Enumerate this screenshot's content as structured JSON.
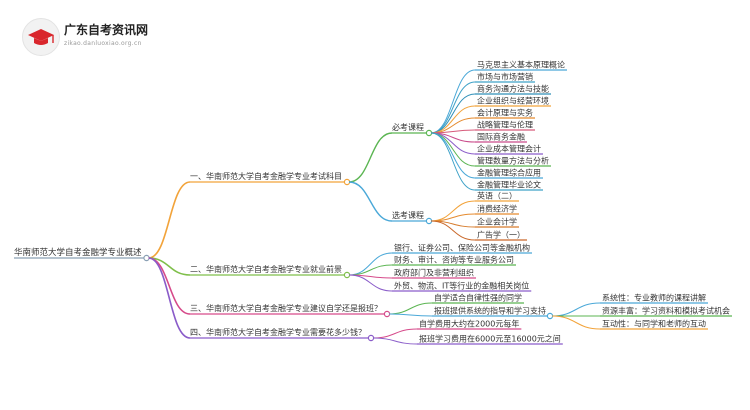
{
  "logo": {
    "title": "广东自考资讯网",
    "subtitle": "zikao.danluoxiao.org.cn",
    "icon": "graduation-cap-icon",
    "accent": "#d9262c"
  },
  "root": "华南师范大学自考金融学专业概述",
  "branches": [
    {
      "label": "一、华南师范大学自考金融学专业考试科目",
      "color": "#f2a33a",
      "groups": [
        {
          "label": "必考课程",
          "color": "#5bb552",
          "items": [
            "马克思主义基本原理概论",
            "市场与市场营销",
            "商务沟通方法与技能",
            "企业组织与经营环境",
            "会计原理与实务",
            "战略管理与伦理",
            "国际商务金融",
            "企业成本管理会计",
            "管理数量方法与分析",
            "金融管理综合应用",
            "金融管理毕业论文"
          ]
        },
        {
          "label": "选考课程",
          "color": "#4aa8d8",
          "items": [
            "英语（二）",
            "消费经济学",
            "企业会计学",
            "广告学（一）"
          ]
        }
      ]
    },
    {
      "label": "二、华南师范大学自考金融学专业就业前景",
      "color": "#7fbf4a",
      "items": [
        "银行、证券公司、保险公司等金融机构",
        "财务、审计、咨询等专业服务公司",
        "政府部门及非营利组织",
        "外贸、物流、IT等行业的金融相关岗位"
      ]
    },
    {
      "label": "三、华南师范大学自考金融学专业建议自学还是报班？",
      "color": "#d64a8a",
      "items": [
        {
          "label": "自学适合自律性强的同学"
        },
        {
          "label": "报班提供系统的指导和学习支持",
          "children": [
            "系统性：专业教师的课程讲解",
            "资源丰富：学习资料和模拟考试机会",
            "互动性：与同学和老师的互动"
          ]
        }
      ]
    },
    {
      "label": "四、华南师范大学自考金融学专业需要花多少钱？",
      "color": "#8a5cc9",
      "items": [
        "自学费用大约在2000元每年",
        "报班学习费用在6000元至16000元之间"
      ]
    }
  ]
}
